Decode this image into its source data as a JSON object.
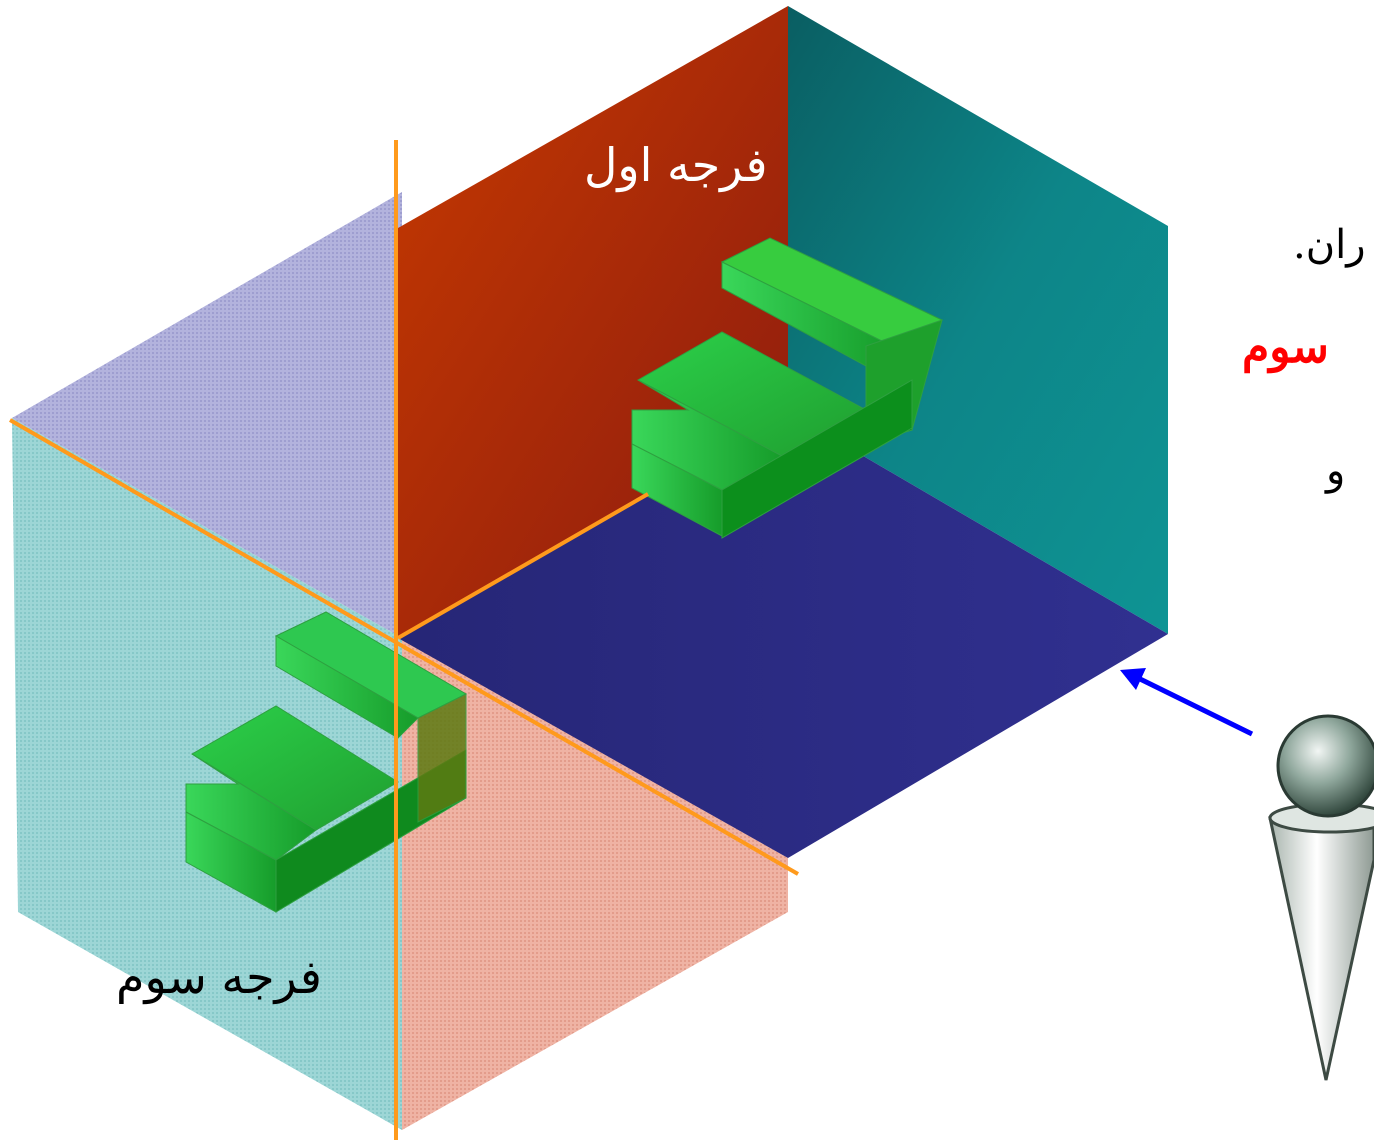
{
  "labels": {
    "first_angle": "فرجه اول",
    "third_angle": "فرجه سوم"
  },
  "side_text": {
    "line1": "ران.",
    "line2": "سوم",
    "line3": "و"
  },
  "colors": {
    "vertical_plane_red": "#b52a06",
    "side_plane_teal": "#0e8a8a",
    "horizontal_plane_blue": "#2a2a86",
    "hatch_lavender": "#a8a8d8",
    "hatch_cyan": "#93d1d1",
    "hatch_salmon": "#ebaa9a",
    "axis_orange": "#ff9a1c",
    "object_green": "#28c43c",
    "arrow_blue": "#0000ff",
    "highlight_red": "#ff0000"
  }
}
